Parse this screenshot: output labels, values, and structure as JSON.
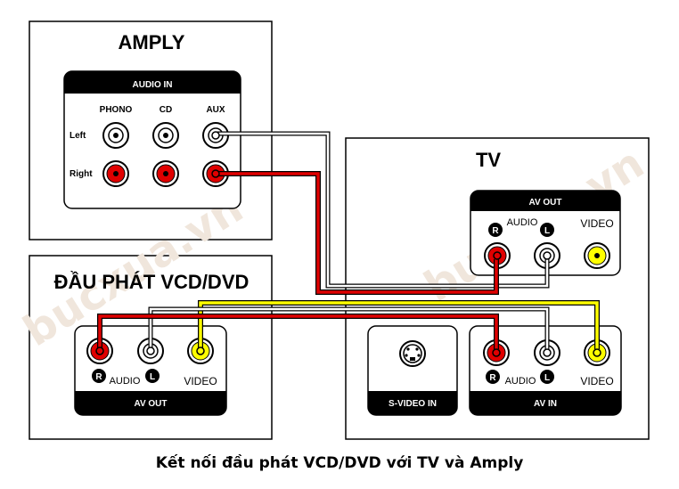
{
  "amply": {
    "title": "AMPLY",
    "panel_header": "AUDIO IN",
    "columns": [
      "PHONO",
      "CD",
      "AUX"
    ],
    "row_left": "Left",
    "row_right": "Right"
  },
  "tv": {
    "title": "TV",
    "av_out": {
      "header": "AV OUT",
      "audio_label": "AUDIO",
      "video_label": "VIDEO",
      "r_badge": "R",
      "l_badge": "L"
    },
    "svideo_in": {
      "label": "S-VIDEO IN"
    },
    "av_in": {
      "label": "AV IN",
      "audio_label": "AUDIO",
      "video_label": "VIDEO",
      "r_badge": "R",
      "l_badge": "L"
    }
  },
  "player": {
    "title": "ĐẦU PHÁT VCD/DVD",
    "av_out": {
      "label": "AV OUT",
      "audio_label": "AUDIO",
      "video_label": "VIDEO",
      "r_badge": "R",
      "l_badge": "L"
    }
  },
  "watermark": "bucxua.vn",
  "caption": "Kết nối đầu phát VCD/DVD với TV và Amply",
  "colors": {
    "red": "#e00000",
    "yellow": "#ffff00",
    "white": "#ffffff",
    "black": "#000000",
    "watermark": "#f0e6dc"
  }
}
